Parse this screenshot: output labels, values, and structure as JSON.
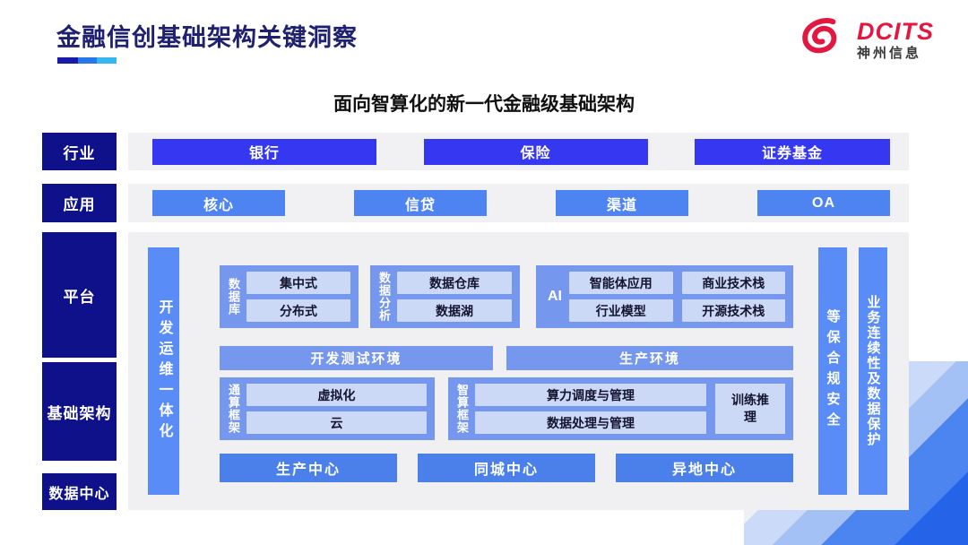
{
  "header": {
    "title": "金融信创基础架构关键洞察",
    "logo": {
      "icon": "dcits-swirl-icon",
      "brand": "DCITS",
      "company": "神州信息"
    }
  },
  "diagram": {
    "subtitle": "面向智算化的新一代金融级基础架构",
    "industry": {
      "label": "行业",
      "items": [
        "银行",
        "保险",
        "证券基金"
      ]
    },
    "application": {
      "label": "应用",
      "items": [
        "核心",
        "信贷",
        "渠道",
        "OA"
      ]
    },
    "platform": {
      "label": "平台"
    },
    "infrastructure": {
      "label": "基础架构"
    },
    "datacenter": {
      "label": "数据中心"
    },
    "panel": {
      "left_bar": "开发运维一体化",
      "right_bars": [
        "等保合规安全",
        "业务连续性及数据保护"
      ],
      "sections": {
        "database": {
          "label": "数据库",
          "items": [
            "集中式",
            "分布式"
          ]
        },
        "analytics": {
          "label": "数据分析",
          "items": [
            "数据仓库",
            "数据湖"
          ]
        },
        "ai": {
          "label": "AI",
          "items": [
            "智能体应用",
            "商业技术栈",
            "行业模型",
            "开源技术栈"
          ]
        }
      },
      "environments": [
        "开发测试环境",
        "生产环境"
      ],
      "frameworks": {
        "general": {
          "label": "通算框架",
          "items": [
            "虚拟化",
            "云"
          ]
        },
        "intelligent": {
          "label": "智算框架",
          "items": [
            "算力调度与管理",
            "数据处理与管理"
          ],
          "side_item": "训练推理"
        }
      },
      "centers": [
        "生产中心",
        "同城中心",
        "异地中心"
      ]
    }
  },
  "colors": {
    "title_navy": "#1F2070",
    "label_navy": "#0E1189",
    "industry_button": "#3538F0",
    "app_button": "#4E84F1",
    "bar_blue": "#5A8CF8",
    "section_blue": "#7697EE",
    "inner_box_blue": "#CBD9F7",
    "center_button_blue": "#4B80EB",
    "strip_gray": "#F1F1F3",
    "brand_red": "#E3173F",
    "underline_segments": [
      "#1A1AA8",
      "#2678E8",
      "#38B6F0"
    ]
  }
}
